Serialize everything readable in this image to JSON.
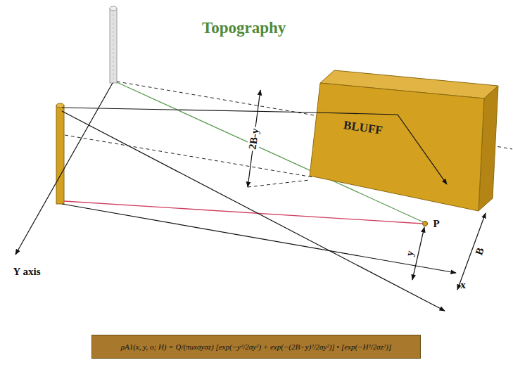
{
  "diagram": {
    "title": "Topography",
    "nodes": [
      {
        "text": [
          "BLUFF"
        ]
      },
      {
        "text": [
          "ρA1(x, y, o; H) = Q/(πuxσyσz) [exp(−y²/2σy²) + exp(−(2B−y)²/2σy²)] • [exp(−H²/2σz²)]"
        ]
      }
    ],
    "labels": [
      "2B-y",
      "P",
      "y",
      "B",
      "Y axis",
      "x"
    ]
  }
}
